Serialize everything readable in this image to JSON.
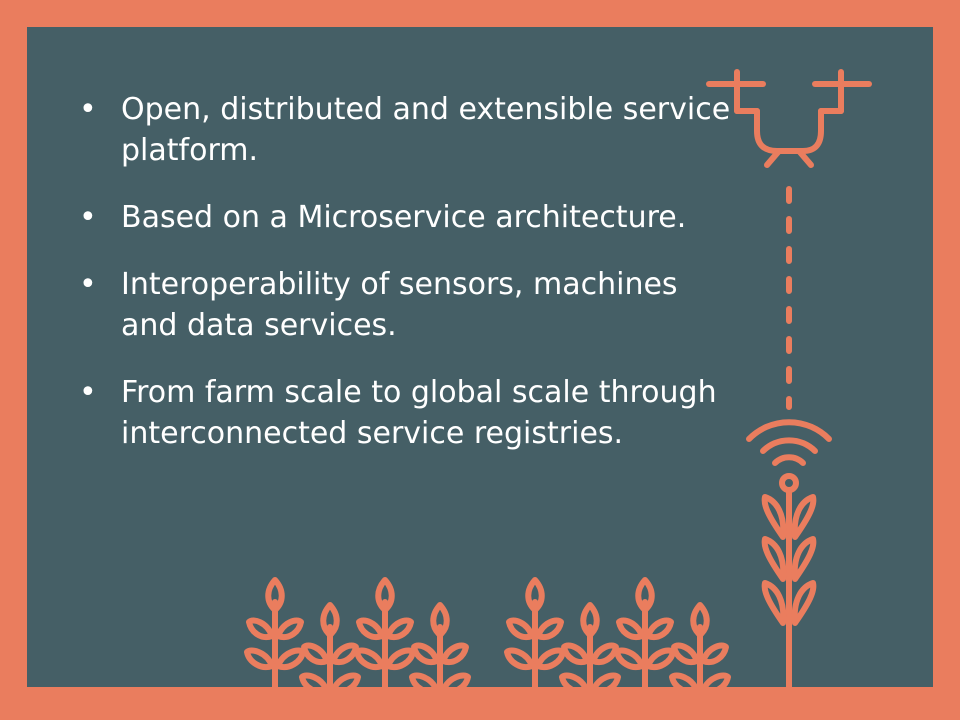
{
  "slide": {
    "bullet_symbol": "•",
    "bullets": [
      {
        "text": "Open, distributed and extensible service platform."
      },
      {
        "text": "Based on a Microservice architecture."
      },
      {
        "text": "Interoperability of sensors, machines and data services."
      },
      {
        "text": "From farm scale to global scale through interconnected service registries."
      }
    ]
  },
  "illustration": {
    "icons": [
      "drone-icon",
      "signal-icon",
      "plant-icon"
    ],
    "plant_count": 8
  },
  "colors": {
    "frame": "#ea7d5e",
    "panel": "#455f66",
    "text": "#ffffff",
    "accent": "#ea7d5e"
  }
}
